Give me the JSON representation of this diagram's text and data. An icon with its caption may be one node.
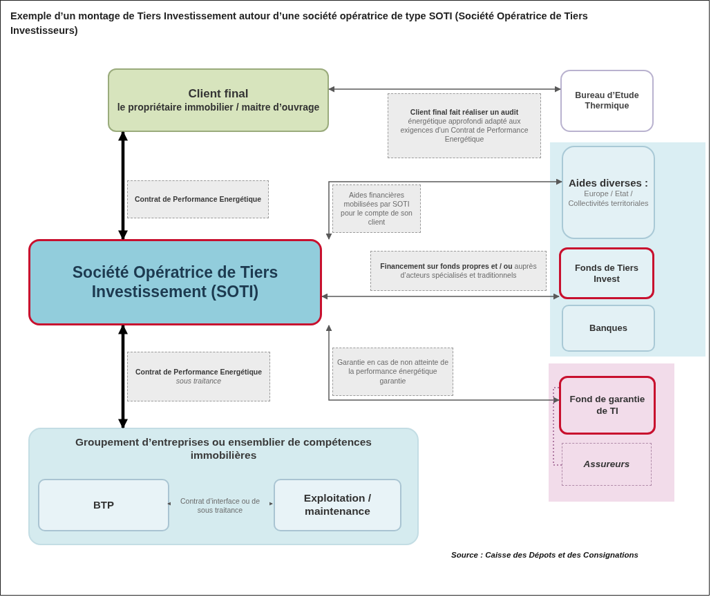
{
  "diagram": {
    "title": "Exemple d’un montage de Tiers Investissement autour d’une société opératrice de type SOTI (Société Opératrice de Tiers Investisseurs)",
    "nodes": [
      {
        "text": [
          "Client final",
          "le propriétaire immobilier / maitre d’ouvrage"
        ]
      },
      {
        "text": [
          "Bureau d’Etude Thermique"
        ]
      },
      {
        "text": [],
        "shape": "box"
      },
      {
        "text": [
          "Aides diverses :",
          "Europe / Etat / Collectivités territoriales"
        ],
        "in": 2
      },
      {
        "text": [
          "Fonds de Tiers Invest"
        ],
        "in": 2
      },
      {
        "text": [
          "Banques"
        ],
        "in": 2
      },
      {
        "text": [
          "Société Opératrice de Tiers Investissement (SOTI)"
        ]
      },
      {
        "text": [],
        "shape": "box"
      },
      {
        "text": [
          "Fond de garantie de TI"
        ],
        "in": 7
      },
      {
        "text": [
          "Assureurs"
        ],
        "in": 7
      },
      {
        "text": [
          "Groupement d’entreprises ou ensemblier de compétences immobilières"
        ]
      },
      {
        "text": [
          "BTP"
        ],
        "in": 10
      },
      {
        "text": [
          "Exploitation / maintenance"
        ],
        "in": 10
      }
    ],
    "edges": [
      {
        "from": 0,
        "to": 1,
        "arrow": "both",
        "label": "**Client final fait réaliser un audit** énergétique approfondi adapté aux exigences d’un Contrat de Performance Energétique"
      },
      {
        "from": 0,
        "to": 6,
        "arrow": "both",
        "label": "**Contrat de Performance Energétique**",
        "style": "thick",
        "color": "#000000"
      },
      {
        "from": 6,
        "to": 3,
        "arrow": "both",
        "label": "Aides financières mobilisées par SOTI pour le compte de son client"
      },
      {
        "from": 6,
        "to": 4,
        "arrow": "both",
        "label": "**Financement sur fonds propres et / ou** auprès d’acteurs spécialisés et traditionnels"
      },
      {
        "from": 6,
        "to": 10,
        "arrow": "both",
        "label": "**Contrat de Performance Energétique** *sous traitance*",
        "style": "thick",
        "color": "#000000"
      },
      {
        "from": 6,
        "to": 8,
        "arrow": "both",
        "label": "Garantie en cas de non atteinte de la performance énergétique garantie"
      },
      {
        "from": 11,
        "to": 12,
        "arrow": "both",
        "label": "Contrat d’interface ou de sous traitance"
      },
      {
        "from": 8,
        "to": 9,
        "arrow": "none",
        "style": "dashed",
        "color": "#9a5a8c"
      }
    ],
    "labels": [
      "Source : Caisse des Dépots et des Consignations"
    ]
  }
}
